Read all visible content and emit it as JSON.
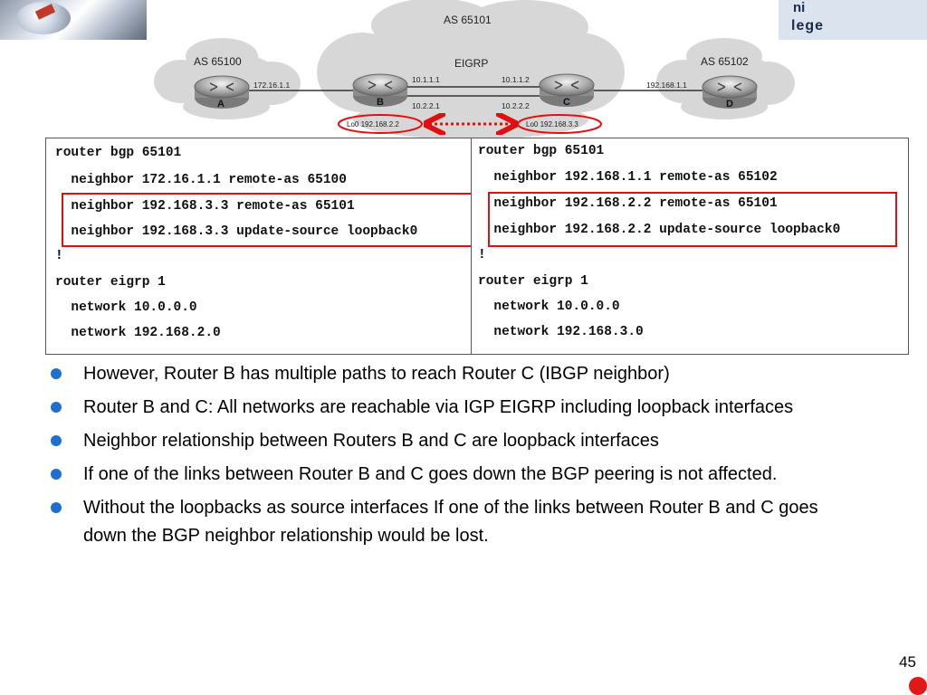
{
  "header": {
    "logo_text_line1": "ni",
    "logo_text_line2": "lege"
  },
  "diagram": {
    "as_center": "AS 65101",
    "protocol": "EIGRP",
    "as_left": "AS 65100",
    "as_right": "AS 65102",
    "routers": {
      "a": "A",
      "b": "B",
      "c": "C",
      "d": "D"
    },
    "ip_a": "172.16.1.1",
    "ip_b_top": "10.1.1.1",
    "ip_c_top": "10.1.1.2",
    "ip_b_bottom": "10.2.2.1",
    "ip_c_bottom": "10.2.2.2",
    "ip_d": "192.168.1.1",
    "lo_b": "Lo0 192.168.2.2",
    "lo_c": "Lo0 192.168.3.3"
  },
  "config_b": [
    "router bgp 65101",
    "  neighbor 172.16.1.1 remote-as 65100",
    "  neighbor 192.168.3.3 remote-as 65101",
    "  neighbor 192.168.3.3 update-source loopback0",
    "!",
    "router eigrp 1",
    "  network 10.0.0.0",
    "  network 192.168.2.0"
  ],
  "config_c": [
    "router bgp 65101",
    "  neighbor 192.168.1.1 remote-as 65102",
    "  neighbor 192.168.2.2 remote-as 65101",
    "  neighbor 192.168.2.2 update-source loopback0",
    "!",
    "router eigrp 1",
    "  network 10.0.0.0",
    "  network 192.168.3.0"
  ],
  "bullets": [
    "However, Router B has multiple paths to reach Router C (IBGP neighbor)",
    "Router B and C: All networks are reachable via IGP EIGRP including loopback interfaces",
    "Neighbor relationship between Routers B and C are loopback interfaces",
    "If one of the links between Router B and C goes down the BGP peering is not affected.",
    "Without the loopbacks as source interfaces If one of the links between Router B and C goes down the BGP neighbor relationship would be lost."
  ],
  "page_number": "45",
  "colors": {
    "highlight": "#e01010",
    "bullet": "#1f6fd1",
    "cloud": "#d7d7d7"
  }
}
